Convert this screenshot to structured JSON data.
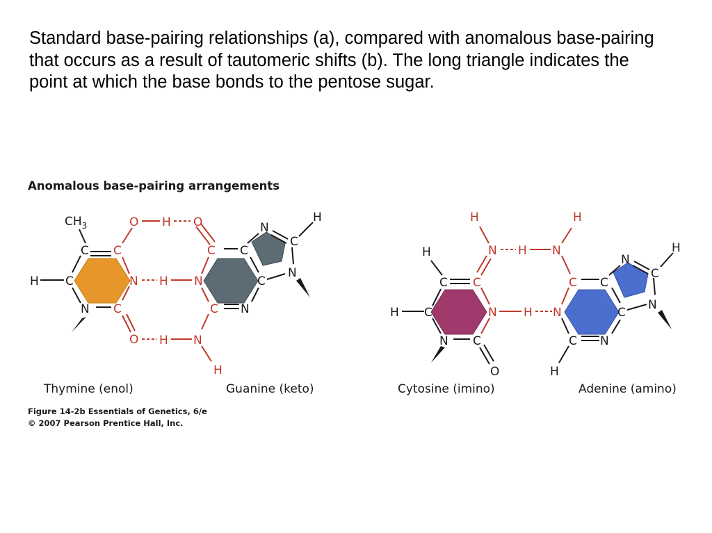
{
  "caption": "Standard base-pairing relationships (a), compared with anomalous base-pairing that occurs as a result of tautomeric shifts (b). The long triangle indicates the point at which the base bonds to the pentose sugar.",
  "figure": {
    "title": "Anomalous base-pairing arrangements",
    "molecules": {
      "thymine": "Thymine (enol)",
      "guanine": "Guanine (keto)",
      "cytosine": "Cytosine (imino)",
      "adenine": "Adenine (amino)"
    },
    "credit_line1": "Figure 14-2b  Essentials of Genetics, 6/e",
    "credit_line2": "© 2007 Pearson Prentice Hall, Inc.",
    "atoms": {
      "C": "C",
      "N": "N",
      "O": "O",
      "H": "H",
      "CH": "CH",
      "sub3": "3"
    },
    "colors": {
      "thymine_ring": "#e6962a",
      "guanine_ring": "#5d6b75",
      "cytosine_ring": "#a03a6c",
      "adenine_ring": "#4a6fcf",
      "bond_red": "#c0392b",
      "bond_black": "#1a1a1a"
    }
  }
}
